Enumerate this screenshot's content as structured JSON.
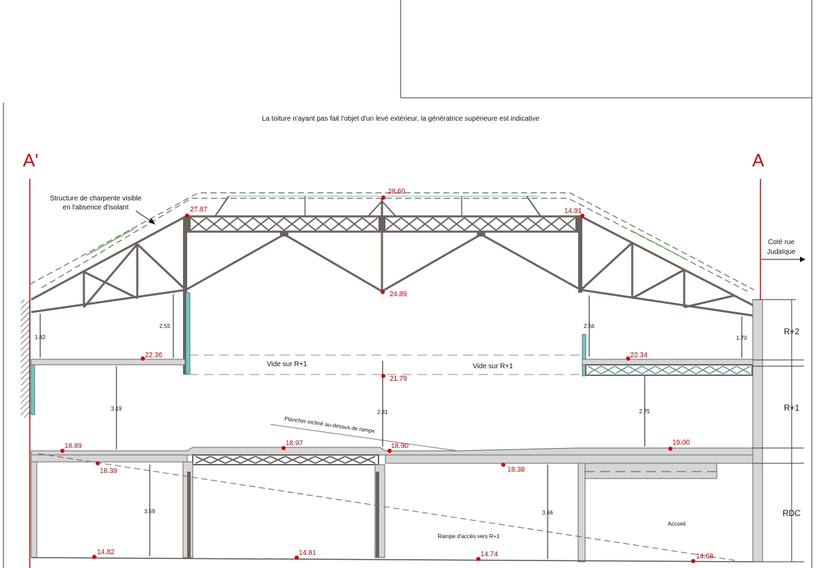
{
  "header_note": "La toiture n'ayant pas fait l'objet d'un levé extérieur, la génératrice supérieure est indicative",
  "section_marks": {
    "left": "A'",
    "right": "A"
  },
  "street_label": {
    "line1": "Coté rue",
    "line2": "Judaïque"
  },
  "annotations": {
    "structure_line1": "Structure de charpente visible",
    "structure_line2": "en l'absence d'isolant",
    "void_left": "Vide sur R+1",
    "void_right": "Vide sur R+1",
    "inclined_floor": "Plancher incliné au-dessus de rampe",
    "ramp": "Rampe d'accès vers R+1",
    "reception": "Accueil"
  },
  "levels": [
    "R+2",
    "R+1",
    "RDC"
  ],
  "elevations": {
    "ridge": "28.60",
    "truss_left": "27.87",
    "truss_right": "14.91",
    "truss_low": "24.89",
    "r2_left": "22.36",
    "r2_right": "22.34",
    "void_mid": "21.79",
    "r1_a": "18.89",
    "r1_b": "18.97",
    "r1_c": "18.90",
    "r1_d": "19.00",
    "ceil_a": "18.39",
    "ceil_b": "18.38",
    "gf_a": "14.82",
    "gf_b": "14.81",
    "gf_c": "14.74",
    "gf_d": "14.68"
  },
  "dimensions": {
    "d1": "1.82",
    "d2": "2.55",
    "d3": "2.56",
    "d4": "1.70",
    "d5": "3.19",
    "d6": "2.81",
    "d7": "2.75",
    "d8": "3.59",
    "d9": "3.66"
  },
  "colors": {
    "structure": "#6b625e",
    "slab": "#d6d6d6",
    "marker": "#e10000",
    "insulation": "#6ec9c4",
    "roof_green": "#5cbf3a",
    "skylight": "#8fd3e8"
  }
}
